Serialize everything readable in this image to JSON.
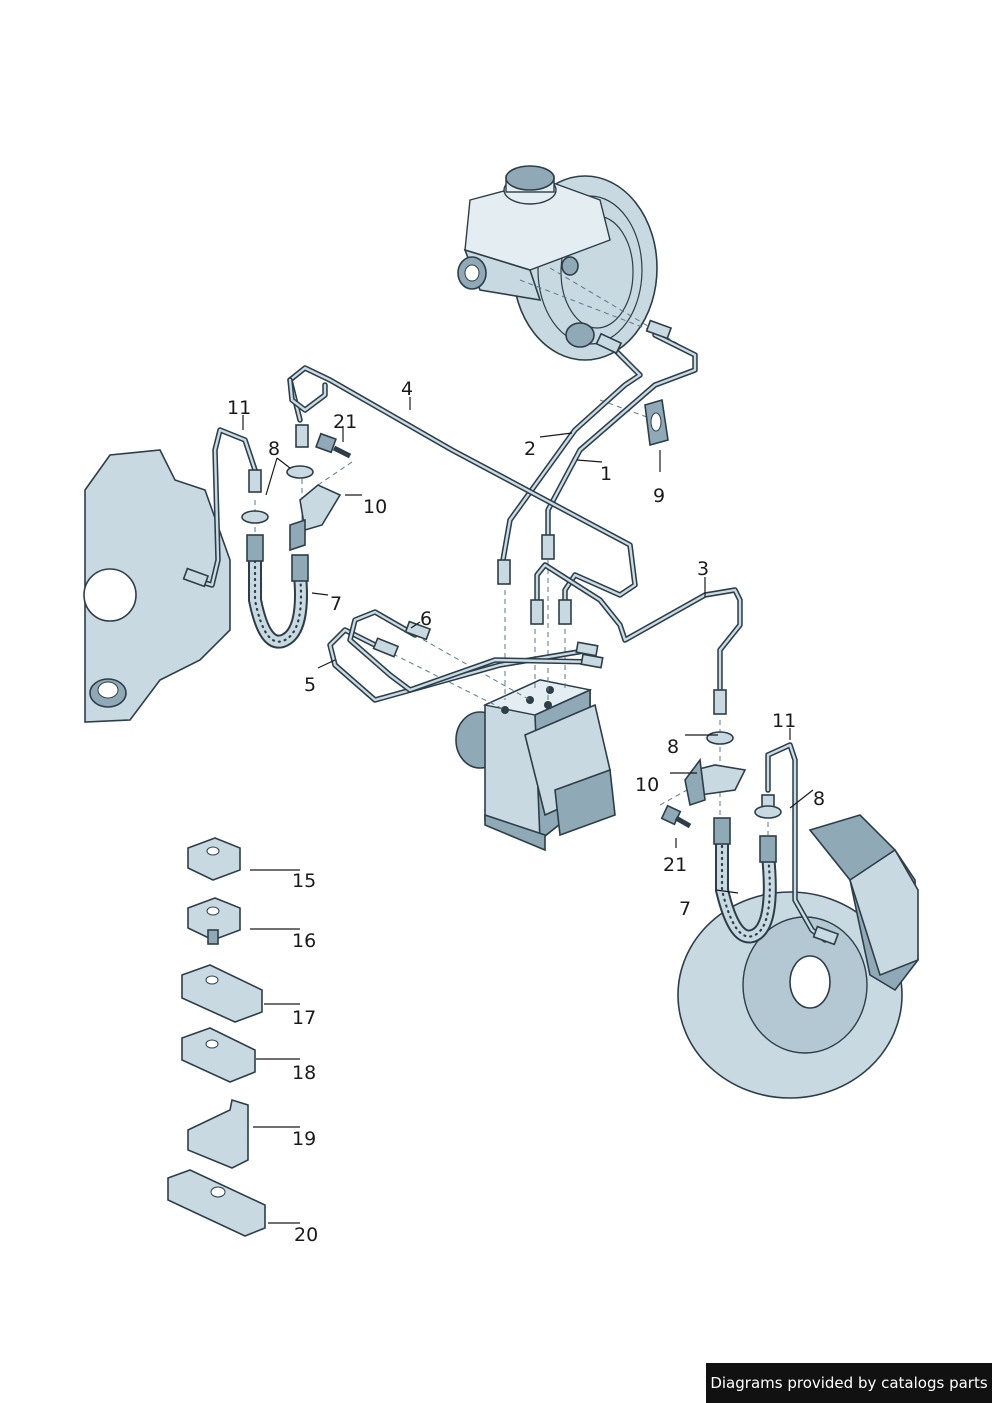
{
  "callouts": {
    "c1": "1",
    "c2": "2",
    "c3": "3",
    "c4": "4",
    "c5": "5",
    "c6": "6",
    "c7a": "7",
    "c7b": "7",
    "c8a": "8",
    "c8b": "8",
    "c8c": "8",
    "c9": "9",
    "c10a": "10",
    "c10b": "10",
    "c11a": "11",
    "c11b": "11",
    "c15": "15",
    "c16": "16",
    "c17": "17",
    "c18": "18",
    "c19": "19",
    "c20": "20",
    "c21a": "21",
    "c21b": "21"
  },
  "footer": {
    "credit": "Diagrams provided by catalogs parts"
  },
  "colors": {
    "line": "#2d3e48",
    "part_fill": "#c9d9e2",
    "credit_bg": "#111111"
  }
}
